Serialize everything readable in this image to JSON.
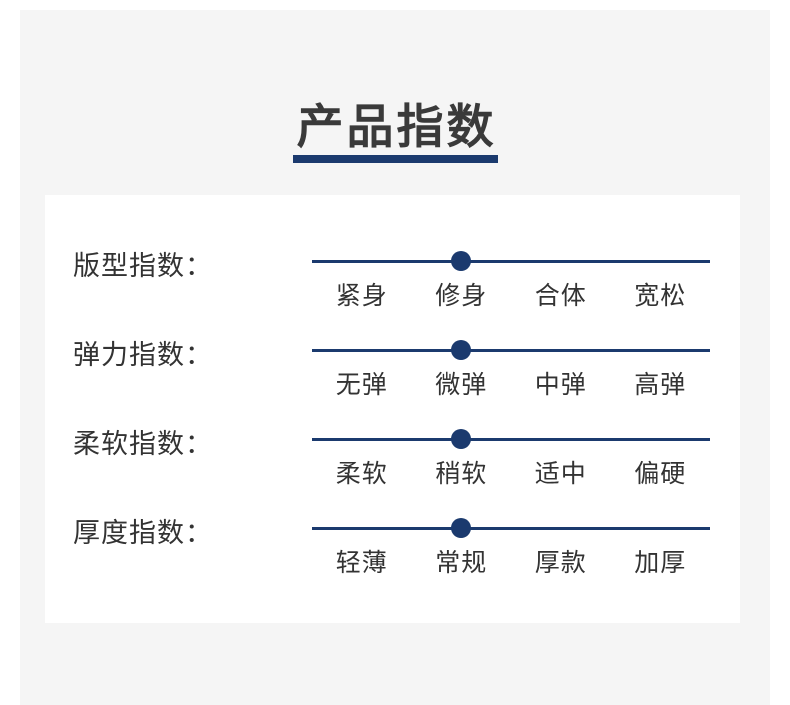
{
  "theme": {
    "accent_color": "#1b3a6e",
    "text_color": "#333333",
    "background_color": "#f5f5f5",
    "panel_color": "#ffffff"
  },
  "header": {
    "title": "产品指数"
  },
  "indices": [
    {
      "label": "版型指数：",
      "options": [
        "紧身",
        "修身",
        "合体",
        "宽松"
      ],
      "selected_index": 1,
      "selected_option": "修身"
    },
    {
      "label": "弹力指数：",
      "options": [
        "无弹",
        "微弹",
        "中弹",
        "高弹"
      ],
      "selected_index": 1,
      "selected_option": "微弹"
    },
    {
      "label": "柔软指数：",
      "options": [
        "柔软",
        "稍软",
        "适中",
        "偏硬"
      ],
      "selected_index": 1,
      "selected_option": "稍软"
    },
    {
      "label": "厚度指数：",
      "options": [
        "轻薄",
        "常规",
        "厚款",
        "加厚"
      ],
      "selected_index": 1,
      "selected_option": "常规"
    }
  ],
  "chart_data": {
    "type": "table",
    "title": "产品指数",
    "rows": [
      {
        "metric": "版型指数",
        "scale": [
          "紧身",
          "修身",
          "合体",
          "宽松"
        ],
        "value": "修身",
        "value_position": 2,
        "scale_steps": 4
      },
      {
        "metric": "弹力指数",
        "scale": [
          "无弹",
          "微弹",
          "中弹",
          "高弹"
        ],
        "value": "微弹",
        "value_position": 2,
        "scale_steps": 4
      },
      {
        "metric": "柔软指数",
        "scale": [
          "柔软",
          "稍软",
          "适中",
          "偏硬"
        ],
        "value": "稍软",
        "value_position": 2,
        "scale_steps": 4
      },
      {
        "metric": "厚度指数",
        "scale": [
          "轻薄",
          "常规",
          "厚款",
          "加厚"
        ],
        "value": "常规",
        "value_position": 2,
        "scale_steps": 4
      }
    ],
    "legend_position": "none",
    "grid": false
  }
}
